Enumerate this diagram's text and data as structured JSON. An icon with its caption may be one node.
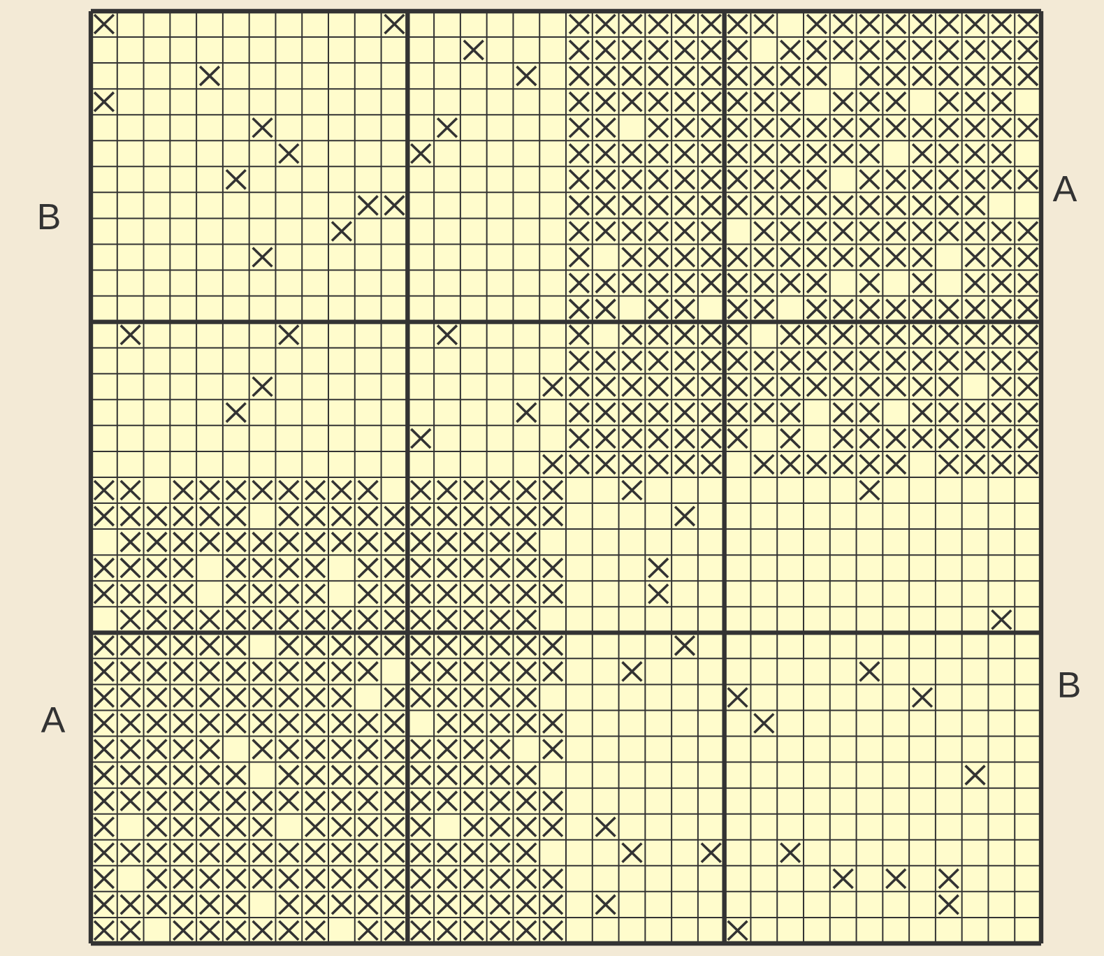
{
  "diagram": {
    "labels": [
      "B",
      "A",
      "A",
      "B"
    ]
  }
}
